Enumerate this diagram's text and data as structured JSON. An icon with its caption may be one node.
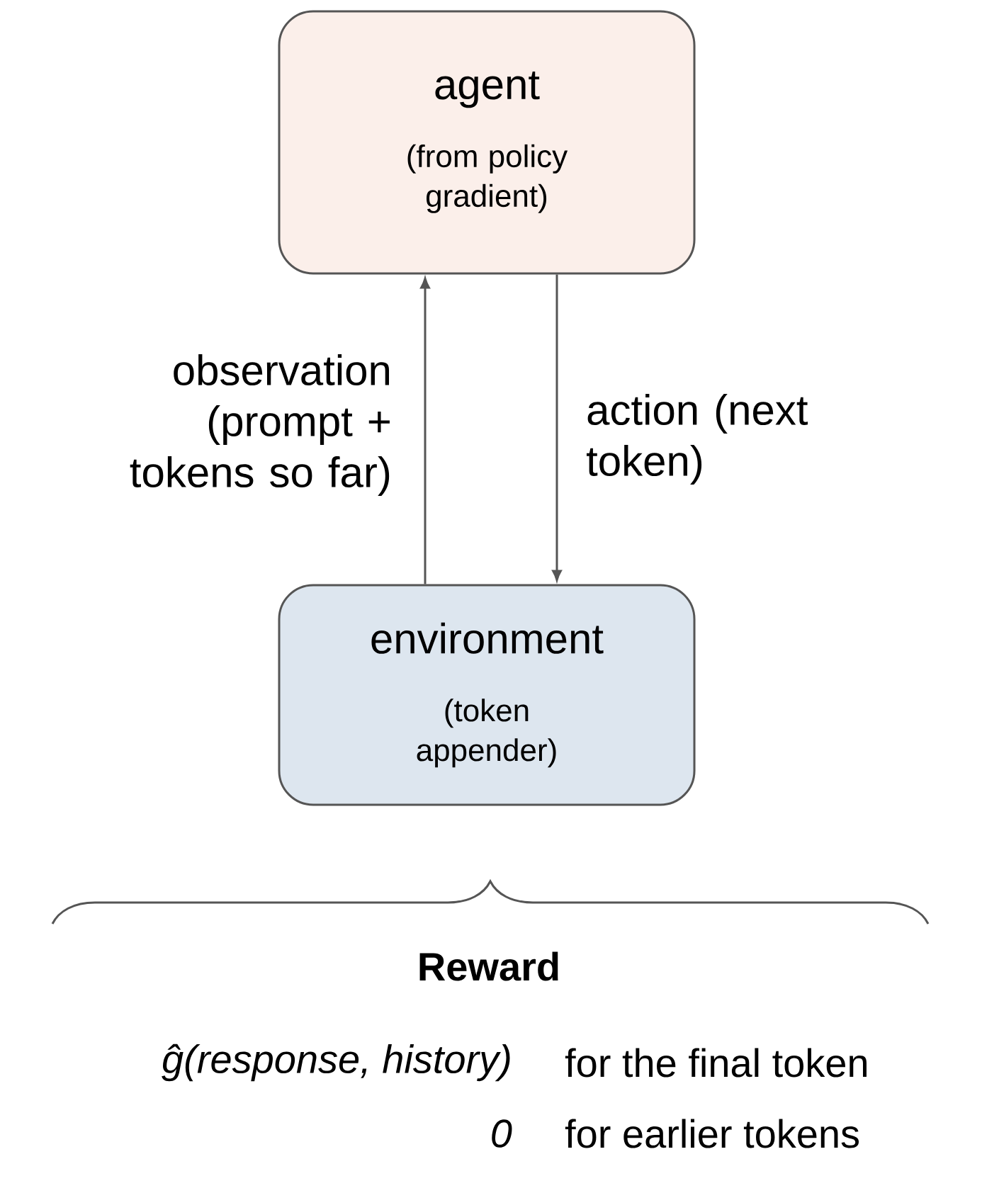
{
  "diagram": {
    "nodes": [
      {
        "text": [
          "agent",
          "(from policy gradient)"
        ]
      },
      {
        "text": [
          "environment",
          "(token appender)"
        ]
      }
    ],
    "edges": [
      {
        "from": 1,
        "to": 0,
        "arrow": "to",
        "label": "observation (prompt + tokens so far)"
      },
      {
        "from": 0,
        "to": 1,
        "arrow": "to",
        "label": "action (next token)"
      }
    ],
    "labels": [
      "Reward",
      "ĝ(response, history)",
      "for the final token",
      "0",
      "for earlier tokens"
    ]
  }
}
